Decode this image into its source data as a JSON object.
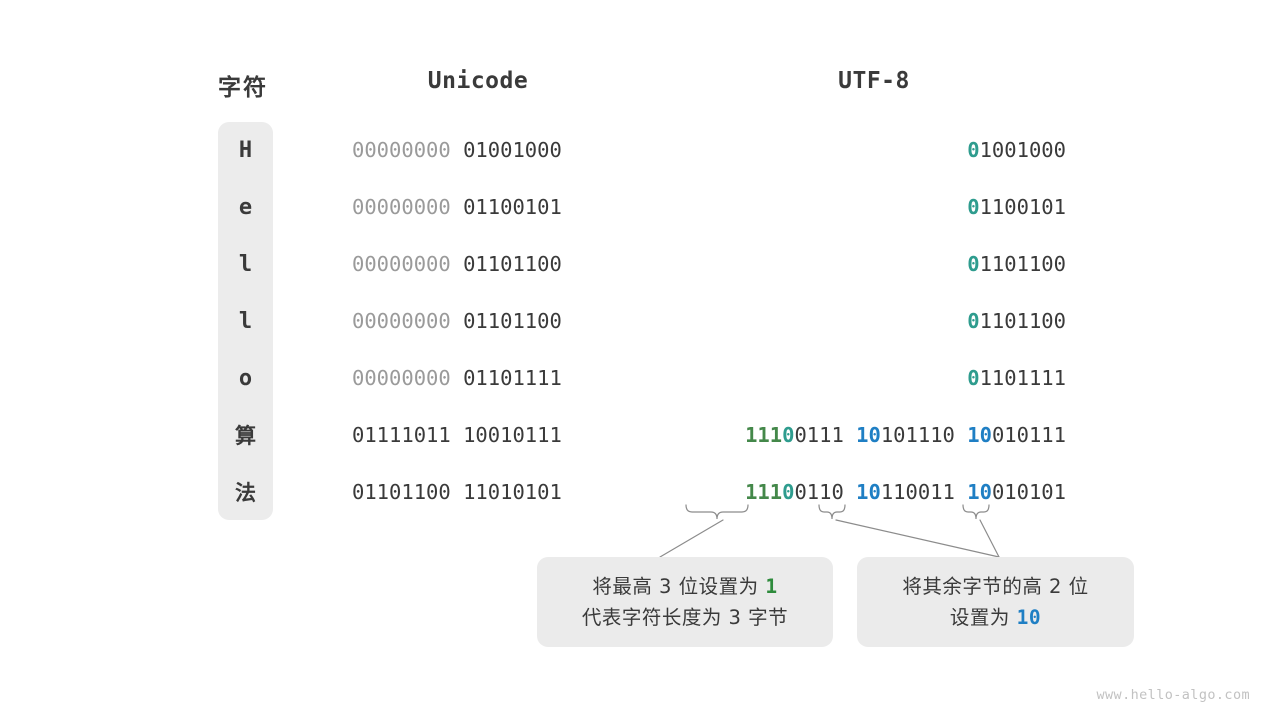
{
  "headers": {
    "character": "字符",
    "unicode": "Unicode",
    "utf8": "UTF-8"
  },
  "rows": [
    {
      "char": "H",
      "char_kind": "latin",
      "unicode": {
        "byte1": "00000000",
        "byte2": "01001000"
      },
      "utf8_groups": [
        {
          "prefix": "0",
          "prefix_color": "teal",
          "rest": "1001000"
        }
      ]
    },
    {
      "char": "e",
      "char_kind": "latin",
      "unicode": {
        "byte1": "00000000",
        "byte2": "01100101"
      },
      "utf8_groups": [
        {
          "prefix": "0",
          "prefix_color": "teal",
          "rest": "1100101"
        }
      ]
    },
    {
      "char": "l",
      "char_kind": "latin",
      "unicode": {
        "byte1": "00000000",
        "byte2": "01101100"
      },
      "utf8_groups": [
        {
          "prefix": "0",
          "prefix_color": "teal",
          "rest": "1101100"
        }
      ]
    },
    {
      "char": "l",
      "char_kind": "latin",
      "unicode": {
        "byte1": "00000000",
        "byte2": "01101100"
      },
      "utf8_groups": [
        {
          "prefix": "0",
          "prefix_color": "teal",
          "rest": "1101100"
        }
      ]
    },
    {
      "char": "o",
      "char_kind": "latin",
      "unicode": {
        "byte1": "00000000",
        "byte2": "01101111"
      },
      "utf8_groups": [
        {
          "prefix": "0",
          "prefix_color": "teal",
          "rest": "1101111"
        }
      ]
    },
    {
      "char": "算",
      "char_kind": "cjk",
      "unicode": {
        "byte1": "01111011",
        "byte2": "10010111"
      },
      "utf8_groups": [
        {
          "prefix": "111",
          "prefix_color": "green",
          "prefix2": "0",
          "prefix2_color": "teal",
          "rest": "0111"
        },
        {
          "prefix": "10",
          "prefix_color": "blue",
          "rest": "101110"
        },
        {
          "prefix": "10",
          "prefix_color": "blue",
          "rest": "010111"
        }
      ]
    },
    {
      "char": "法",
      "char_kind": "cjk",
      "unicode": {
        "byte1": "01101100",
        "byte2": "11010101"
      },
      "utf8_groups": [
        {
          "prefix": "111",
          "prefix_color": "green",
          "prefix2": "0",
          "prefix2_color": "teal",
          "rest": "0110"
        },
        {
          "prefix": "10",
          "prefix_color": "blue",
          "rest": "110011"
        },
        {
          "prefix": "10",
          "prefix_color": "blue",
          "rest": "010101"
        }
      ]
    }
  ],
  "callouts": [
    {
      "id": "callout-1",
      "line1_before": "将最高 3 位设置为 ",
      "line1_highlight": "1",
      "line1_highlight_color": "green",
      "line2": "代表字符长度为 3 字节"
    },
    {
      "id": "callout-2",
      "line1_before": "将其余字节的高 2 位",
      "line1_highlight": "",
      "line1_highlight_color": "blue",
      "line2_before": "设置为 ",
      "line2_highlight": "10",
      "line2_highlight_color": "blue"
    }
  ],
  "watermark": "www.hello-algo.com",
  "colors": {
    "text": "#3A3A3A",
    "dim": "#9A9A9A",
    "teal": "#2E9C8E",
    "green": "#44884A",
    "callout_green": "#2E8B3C",
    "blue": "#1F7FC4",
    "panel_bg": "#ECECEC",
    "callout_bg": "#EBEBEB",
    "watermark": "#C2C2C2"
  }
}
